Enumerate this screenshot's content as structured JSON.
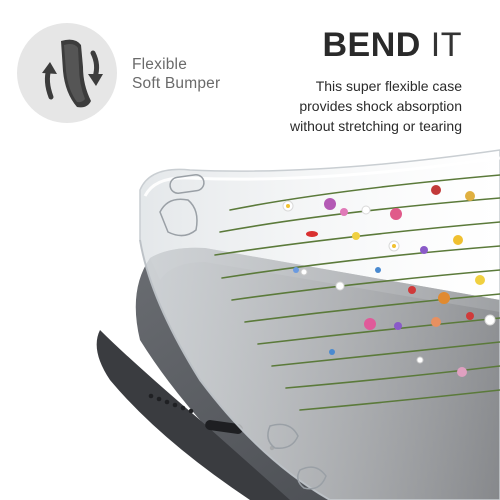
{
  "feature": {
    "icon": "flexible-phone-bend-icon",
    "label_line1": "Flexible",
    "label_line2": "Soft Bumper"
  },
  "heading": {
    "bold": "BEND",
    "light": "IT"
  },
  "description": {
    "line1": "This super flexible case",
    "line2": "provides shock absorption",
    "line3": "without stretching or tearing"
  },
  "colors": {
    "badge_background": "#e6e6e6",
    "heading_text": "#2a2a2a",
    "label_text": "#6a6a6a",
    "phone_body": "#5a5d62",
    "stem_green": "#5b7a3a"
  }
}
